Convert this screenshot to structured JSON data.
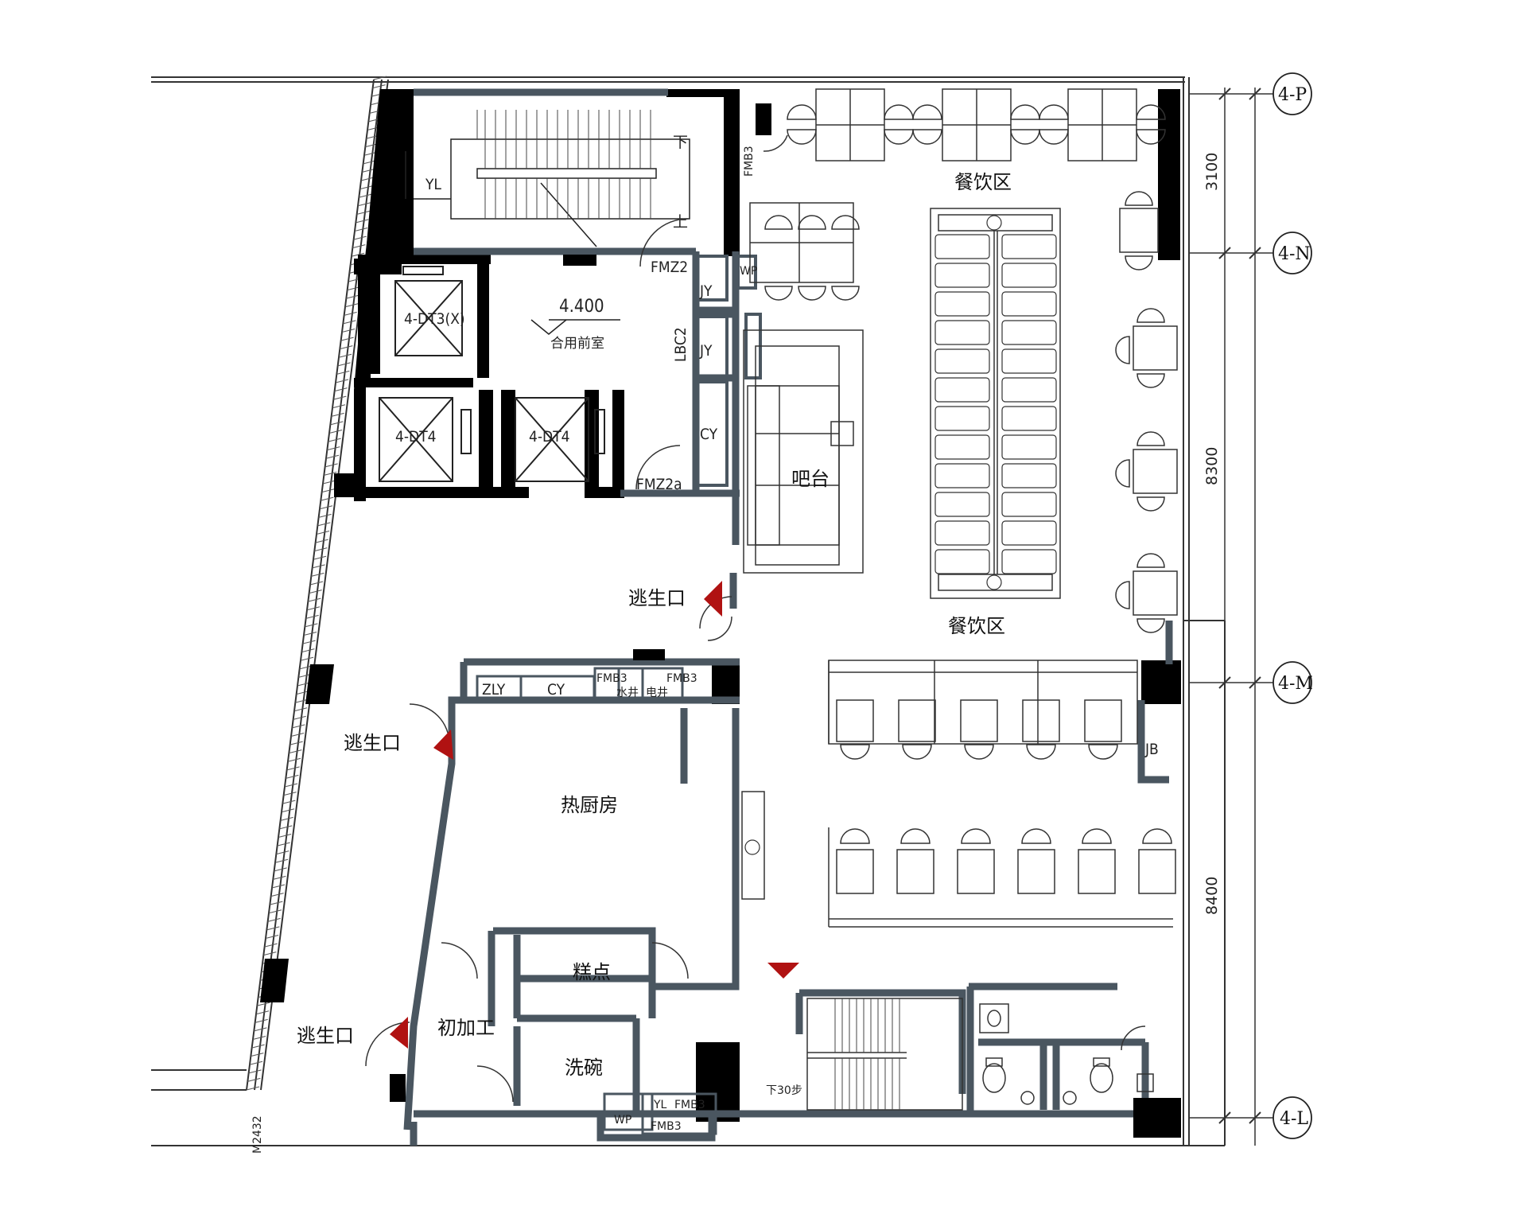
{
  "rooms": {
    "dining_top": "餐饮区",
    "dining_mid": "餐饮区",
    "bar": "吧台",
    "hot_kitchen": "热厨房",
    "pastry": "糕点",
    "prep": "初加工",
    "dishwash": "洗碗",
    "front_room": "合用前室"
  },
  "exits": [
    "逃生口",
    "逃生口",
    "逃生口"
  ],
  "elevation": "4.400",
  "elevators": [
    "4-DT3(X)",
    "4-DT4",
    "4-DT4"
  ],
  "codes": {
    "yl": "YL",
    "down": "下",
    "up": "上",
    "fmz2": "FMZ2",
    "fmz2a": "FMZ2a",
    "fmb3_top": "FMB3",
    "jy1": "JY",
    "jy2": "JY",
    "cy_top": "CY",
    "wp_top": "WP",
    "lbc2": "LBC2",
    "zly": "ZLY",
    "cy_mid": "CY",
    "fmb3_a": "FMB3",
    "fmb3_b": "FMB3",
    "water_shaft": "水井",
    "elec_shaft": "电井",
    "jb": "JB",
    "down30": "下30步",
    "yl_bottom": "YL",
    "fmb3_c": "FMB3",
    "wp_bottom": "WP",
    "fmb3_d": "FMB3",
    "m2432": "M2432"
  },
  "axes": [
    "4-P",
    "4-N",
    "4-M",
    "4-L"
  ],
  "dimensions": [
    "3100",
    "8300",
    "8400"
  ],
  "colors": {
    "wall": "#4a5660",
    "concrete": "#000000",
    "exit_marker": "#b01212",
    "line": "#333333"
  }
}
